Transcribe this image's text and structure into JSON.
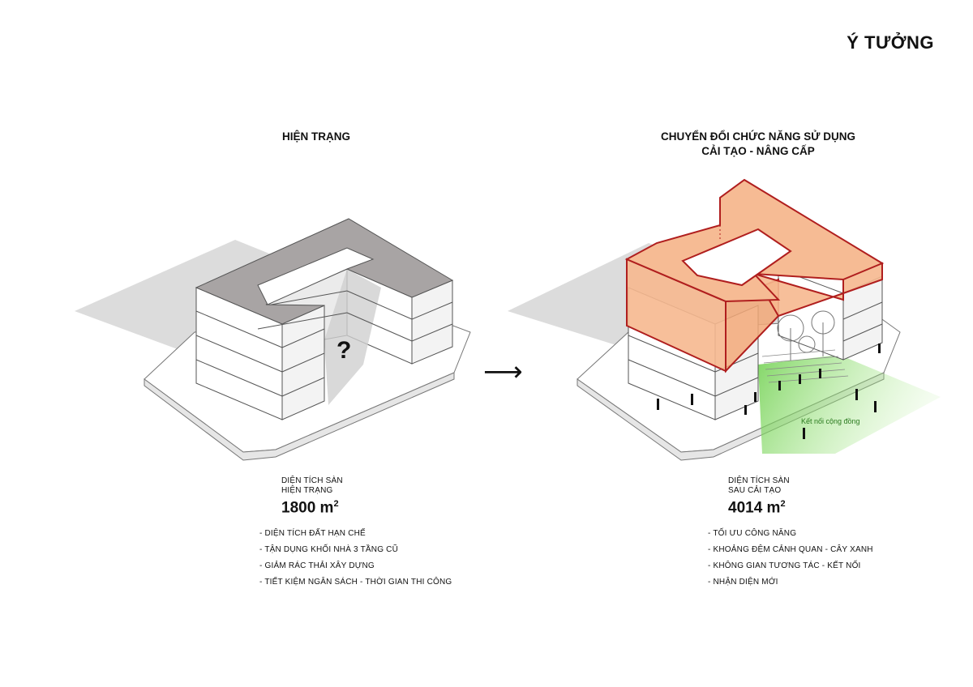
{
  "page": {
    "title": "Ý TƯỞNG"
  },
  "left": {
    "title": "HIỆN TRẠNG",
    "question_mark": "?",
    "area_label_line1": "DIỆN TÍCH SÀN",
    "area_label_line2": "HIỆN TRẠNG",
    "area_value": "1800 m",
    "area_unit_sup": "2",
    "bullets": [
      "- DIỆN TÍCH ĐẤT HẠN CHẾ",
      "- TẬN DỤNG KHỐI NHÀ 3 TẦNG CŨ",
      "- GIẢM RÁC THẢI XÂY DỰNG",
      "- TIẾT KIỆM NGÂN SÁCH - THỜI GIAN THI CÔNG"
    ]
  },
  "arrow": {
    "symbol": "⟶"
  },
  "right": {
    "title_line1": "CHUYỂN ĐỔI CHỨC NĂNG SỬ DỤNG",
    "title_line2": "CẢI TẠO - NÂNG CẤP",
    "annotation": "Kết nối cộng đồng",
    "area_label_line1": "DIỆN TÍCH SÀN",
    "area_label_line2": "SAU CẢI TẠO",
    "area_value": "4014 m",
    "area_unit_sup": "2",
    "bullets": [
      "- TỐI ƯU CÔNG NĂNG",
      "- KHOẢNG ĐỆM CẢNH QUAN - CÂY XANH",
      "- KHÔNG GIAN TƯƠNG TÁC - KẾT NỐI",
      "- NHẬN DIỆN MỚI"
    ]
  },
  "colors": {
    "roof": "#a7a3a3",
    "shadow": "#d9d9d9",
    "facade_light": "#ffffff",
    "facade_shade": "#f0f0f0",
    "outline": "#555555",
    "addition_fill": "#f6b88f",
    "addition_stroke": "#b01e1e",
    "green": "#7fd35f"
  }
}
